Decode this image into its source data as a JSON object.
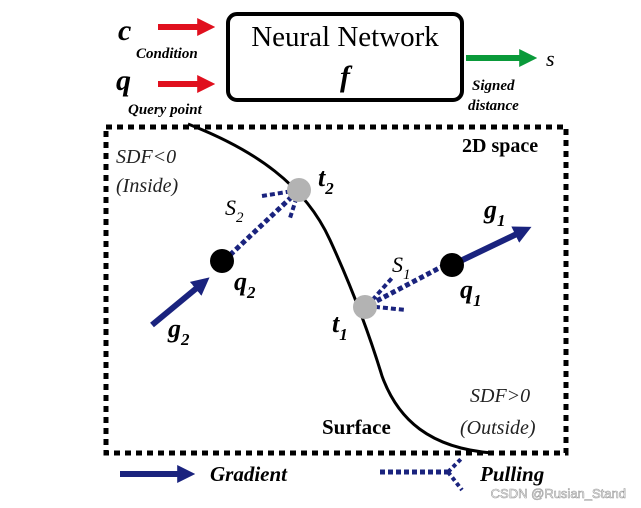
{
  "colors": {
    "input_arrow": "#e0101e",
    "output_arrow": "#0a9a3a",
    "vector": "#1a237e",
    "point_query": "#000000",
    "point_target": "#b3b3b3",
    "line": "#000000"
  },
  "network": {
    "title": "Neural Network",
    "func": "f"
  },
  "inputs": {
    "c_symbol": "c",
    "c_label": "Condition",
    "q_symbol": "q",
    "q_label": "Query point"
  },
  "output": {
    "s_symbol": "s",
    "label_line1": "Signed",
    "label_line2": "distance"
  },
  "space": {
    "title": "2D space",
    "inside_line1": "SDF<0",
    "inside_line2": "(Inside)",
    "outside_line1": "SDF>0",
    "outside_line2": "(Outside)",
    "surface": "Surface"
  },
  "points": {
    "t2": {
      "base": "t",
      "sub": "2"
    },
    "s2": {
      "base": "S",
      "sub": "2"
    },
    "q2": {
      "base": "q",
      "sub": "2"
    },
    "g2": {
      "base": "g",
      "sub": "2"
    },
    "t1": {
      "base": "t",
      "sub": "1"
    },
    "s1": {
      "base": "S",
      "sub": "1"
    },
    "q1": {
      "base": "q",
      "sub": "1"
    },
    "g1": {
      "base": "g",
      "sub": "1"
    }
  },
  "legend": {
    "gradient": "Gradient",
    "pulling": "Pulling"
  },
  "watermark": "CSDN @Rusian_Stand"
}
